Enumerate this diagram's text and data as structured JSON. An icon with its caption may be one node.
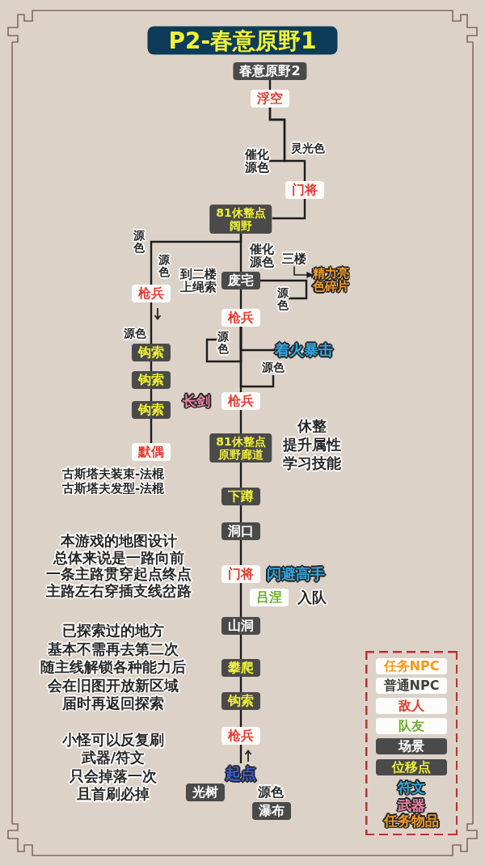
{
  "diagram": {
    "title": "P2-春意原野1",
    "nodes": [
      {
        "text": [
          "春意原野2"
        ]
      },
      {
        "text": [
          "浮空"
        ]
      },
      {
        "text": [
          "催化源色"
        ]
      },
      {
        "text": [
          "门将"
        ]
      },
      {
        "text": [
          "81休整点",
          "阔野"
        ]
      },
      {
        "text": [
          "枪兵"
        ]
      },
      {
        "text": [
          "三楼"
        ]
      },
      {
        "text": [
          "精力亮色碎片"
        ]
      },
      {
        "text": [
          "废宅"
        ],
        "beside": [
          "到二楼上绳索"
        ]
      },
      {
        "text": [
          "源色"
        ]
      },
      {
        "text": [
          "枪兵"
        ]
      },
      {
        "text": [
          "钩索"
        ]
      },
      {
        "text": [
          "着火暴击"
        ]
      },
      {
        "text": [
          "源色"
        ]
      },
      {
        "text": [
          "源色"
        ]
      },
      {
        "text": [
          "钩索"
        ]
      },
      {
        "text": [
          "枪兵"
        ],
        "beside": [
          "长剑"
        ]
      },
      {
        "text": [
          "钩索"
        ]
      },
      {
        "text": [
          "默偶"
        ],
        "beside": [
          "古斯塔夫装束-法棍",
          "古斯塔夫发型-法棍"
        ]
      },
      {
        "text": [
          "81休整点",
          "原野廊道"
        ],
        "beside": [
          "休整",
          "提升属性",
          "学习技能"
        ]
      },
      {
        "text": [
          "下蹲"
        ]
      },
      {
        "text": [
          "洞口"
        ]
      },
      {
        "text": [
          "门将"
        ],
        "beside": [
          "闪避高手"
        ]
      },
      {
        "text": [
          "吕涅"
        ],
        "beside": [
          "入队"
        ]
      },
      {
        "text": [
          "山洞"
        ]
      },
      {
        "text": [
          "攀爬"
        ]
      },
      {
        "text": [
          "钩索"
        ]
      },
      {
        "text": [
          "枪兵"
        ]
      },
      {
        "text": [
          "起点"
        ]
      },
      {
        "text": [
          "光树"
        ]
      },
      {
        "text": [
          "瀑布"
        ]
      }
    ],
    "edges": [
      {
        "from": 0,
        "to": 1,
        "arrow": "none"
      },
      {
        "from": 1,
        "to": 2,
        "arrow": "none"
      },
      {
        "from": 1,
        "to": 3,
        "arrow": "none",
        "label": "灵光色"
      },
      {
        "from": 3,
        "to": 4,
        "arrow": "none"
      },
      {
        "from": 4,
        "to": 5,
        "arrow": "none"
      },
      {
        "from": 4,
        "to": 8,
        "arrow": "none"
      },
      {
        "from": 6,
        "to": 7,
        "arrow": "to"
      },
      {
        "from": 8,
        "to": 9,
        "arrow": "none"
      },
      {
        "from": 8,
        "to": 10,
        "arrow": "none"
      },
      {
        "from": 10,
        "to": 12,
        "arrow": "none"
      },
      {
        "from": 10,
        "to": 13,
        "arrow": "none"
      },
      {
        "from": 10,
        "to": 14,
        "arrow": "none"
      },
      {
        "from": 10,
        "to": 16,
        "arrow": "none"
      },
      {
        "from": 5,
        "to": 11,
        "arrow": "none"
      },
      {
        "from": 11,
        "to": 15,
        "arrow": "none"
      },
      {
        "from": 15,
        "to": 17,
        "arrow": "none"
      },
      {
        "from": 17,
        "to": 18,
        "arrow": "none"
      },
      {
        "from": 16,
        "to": 19,
        "arrow": "none"
      },
      {
        "from": 19,
        "to": 20,
        "arrow": "none"
      },
      {
        "from": 20,
        "to": 21,
        "arrow": "none"
      },
      {
        "from": 21,
        "to": 22,
        "arrow": "none"
      },
      {
        "from": 22,
        "to": 24,
        "arrow": "none"
      },
      {
        "from": 24,
        "to": 25,
        "arrow": "none"
      },
      {
        "from": 25,
        "to": 26,
        "arrow": "none"
      },
      {
        "from": 26,
        "to": 27,
        "arrow": "none"
      },
      {
        "from": 27,
        "to": 28,
        "arrow": "none"
      }
    ],
    "labels": [
      "源色",
      "催化源色",
      "源色",
      "源色",
      "本游戏的地图设计总体来说是一路向前一条主路贯穿起点终点主路左右穿插支线岔路",
      "已探索过的地方基本不需再去第二次随主线解锁各种能力后会在旧图开放新区域届时再返回探索",
      "小怪可以反复刷武器/符文只会掉落一次且首刷必掉",
      "源色"
    ],
    "legend": [
      {
        "text": "任务NPC",
        "color": "#f39a1e"
      },
      {
        "text": "普通NPC",
        "color": "#404040"
      },
      {
        "text": "敌人",
        "color": "#e23b2e"
      },
      {
        "text": "队友",
        "color": "#6fae2d"
      },
      {
        "text": "场景",
        "color": "#4a4a4a"
      },
      {
        "text": "位移点",
        "color": "#4a4a4a"
      },
      {
        "text": "符文",
        "color": "#35a8e0"
      },
      {
        "text": "武器",
        "color": "#ef86a8"
      },
      {
        "text": "任务物品",
        "color": "#f39a2a"
      }
    ]
  }
}
